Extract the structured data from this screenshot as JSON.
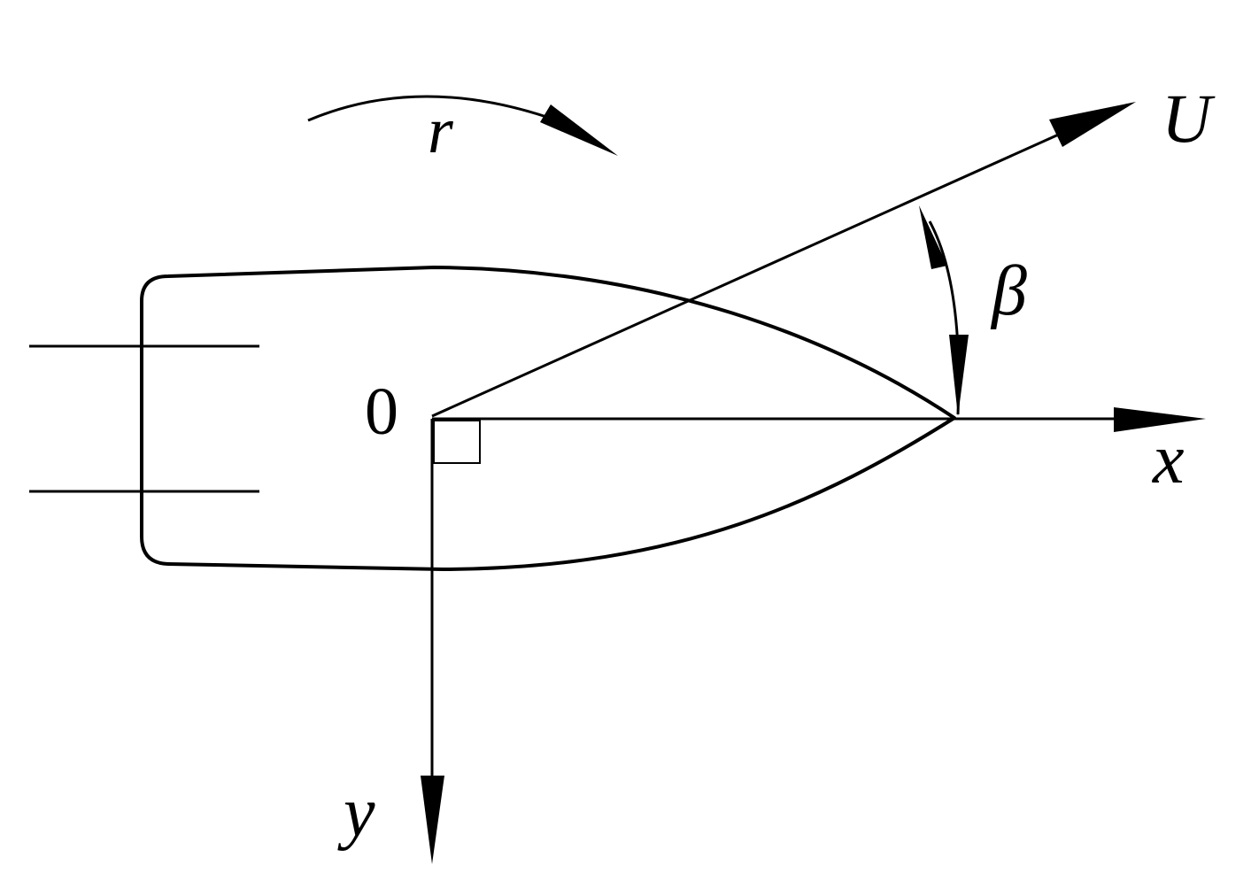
{
  "labels": {
    "rotation": "r",
    "velocity": "U",
    "angle": "β",
    "origin": "0",
    "x_axis": "x",
    "y_axis": "y"
  },
  "colors": {
    "stroke": "#000000",
    "background": "#ffffff"
  }
}
